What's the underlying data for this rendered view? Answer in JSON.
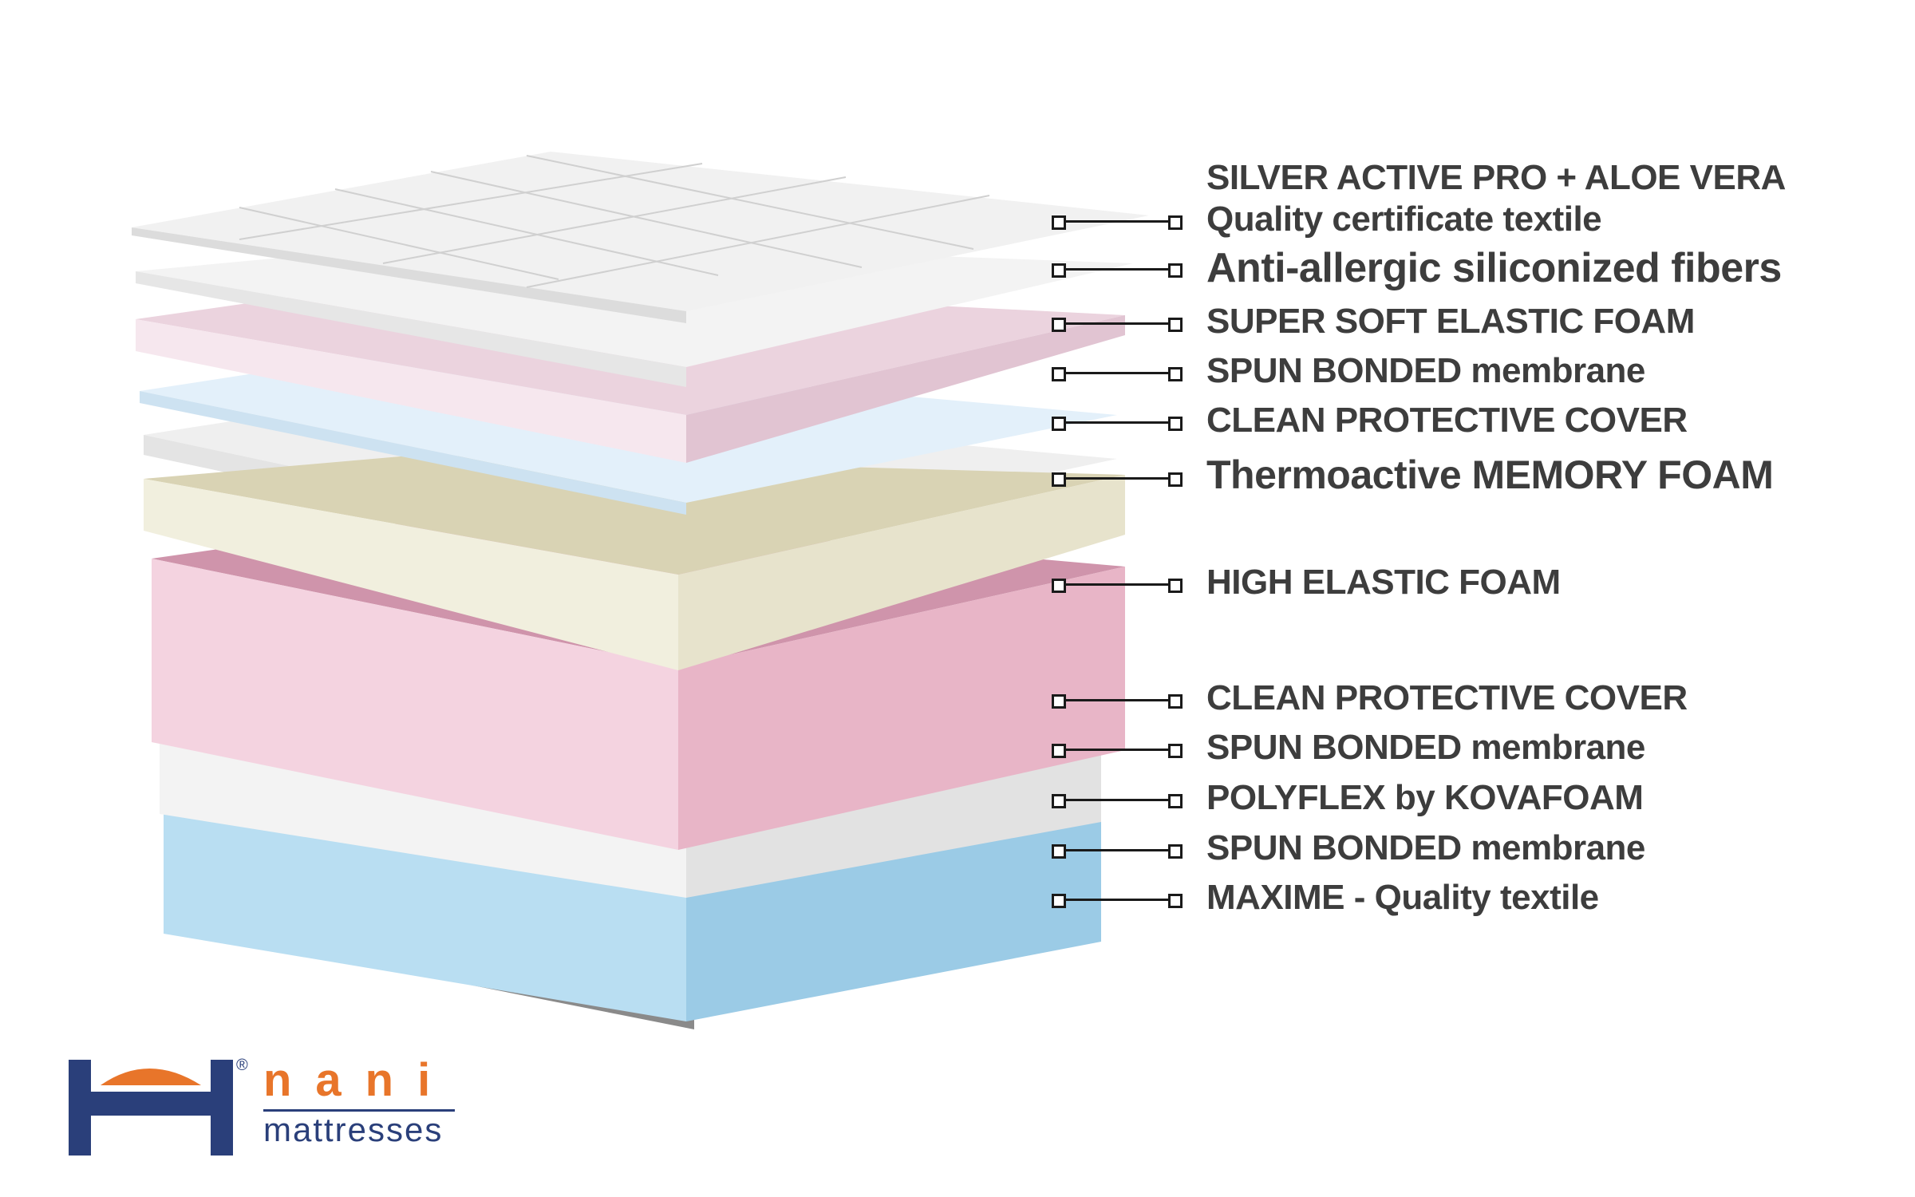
{
  "diagram": {
    "layers": [
      {
        "id": "silver",
        "lines": [
          "SILVER ACTIVE PRO + ALOE VERA",
          "Quality certificate textile"
        ],
        "fill": "#efefef"
      },
      {
        "id": "fibers",
        "lines": [
          "Anti-allergic siliconized fibers"
        ],
        "fill": "#f4f4f4"
      },
      {
        "id": "soft",
        "lines": [
          "SUPER SOFT ELASTIC FOAM"
        ],
        "fill": "#eccfdc"
      },
      {
        "id": "spun1",
        "lines": [
          "SPUN BONDED membrane"
        ],
        "fill": "#dcedf8"
      },
      {
        "id": "cover1",
        "lines": [
          "CLEAN PROTECTIVE COVER"
        ],
        "fill": "#ececec"
      },
      {
        "id": "memory",
        "lines": [
          "Thermoactive MEMORY FOAM"
        ],
        "fill": "#ddd8bf"
      },
      {
        "id": "high",
        "lines": [
          "HIGH ELASTIC FOAM"
        ],
        "fill": "#eab9ca"
      },
      {
        "id": "cover2",
        "lines": [
          "CLEAN PROTECTIVE COVER"
        ],
        "fill": "#ececec"
      },
      {
        "id": "spun2",
        "lines": [
          "SPUN BONDED membrane"
        ],
        "fill": "#deeef9"
      },
      {
        "id": "polyflex",
        "lines": [
          "POLYFLEX by KOVAFOAM"
        ],
        "fill": "#9ccde8"
      },
      {
        "id": "spun3",
        "lines": [
          "SPUN BONDED membrane"
        ],
        "fill": "#dcedf8"
      },
      {
        "id": "maxime",
        "lines": [
          "MAXIME - Quality textile"
        ],
        "fill": "#a9a9a9"
      }
    ]
  },
  "logo": {
    "brand": "nani",
    "tagline": "mattresses",
    "registered": "®",
    "primary_color": "#2a3f7a",
    "accent_color": "#e8752a"
  }
}
